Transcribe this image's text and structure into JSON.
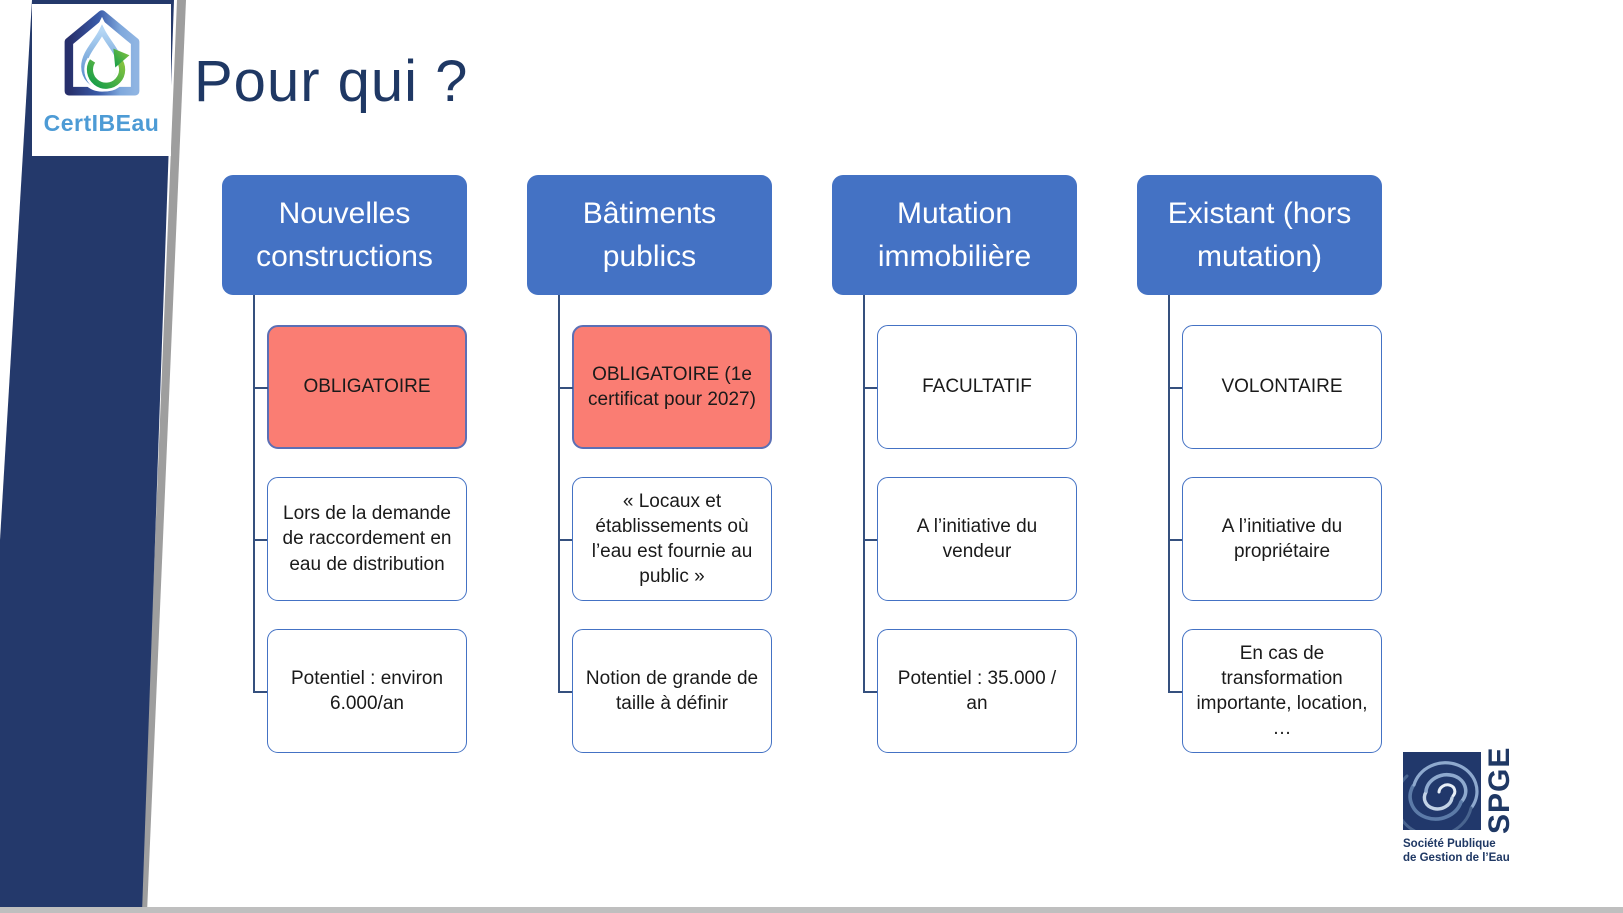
{
  "slide": {
    "title": "Pour qui ?",
    "brand": {
      "name": "CertIBEau"
    },
    "footer": {
      "acronym": "SPGE",
      "caption_line1": "Société Publique",
      "caption_line2": "de Gestion de l’Eau"
    }
  },
  "colors": {
    "accent-blue": "#4472C4",
    "highlight-red": "#FA7D73",
    "highlight-border": "#5B6FB5",
    "navy": "#1F3864",
    "navy-bar": "#24396B",
    "connector": "#35507E",
    "brand-blue": "#4D9BD5",
    "shadow-gray": "#9E9E9E"
  },
  "columns": [
    {
      "header": "Nouvelles\nconstructions",
      "items": [
        {
          "text": "OBLIGATOIRE",
          "highlight": true
        },
        {
          "text": "Lors de la demande de raccordement en eau de distribution",
          "highlight": false
        },
        {
          "text": "Potentiel : environ 6.000/an",
          "highlight": false
        }
      ]
    },
    {
      "header": "Bâtiments\npublics",
      "items": [
        {
          "text": "OBLIGATOIRE (1e certificat pour 2027)",
          "highlight": true
        },
        {
          "text": "« Locaux et établissements où l’eau est fournie au public »",
          "highlight": false
        },
        {
          "text": "Notion de grande de taille à définir",
          "highlight": false
        }
      ]
    },
    {
      "header": "Mutation\nimmobilière",
      "items": [
        {
          "text": "FACULTATIF",
          "highlight": false
        },
        {
          "text": "A l’initiative du vendeur",
          "highlight": false
        },
        {
          "text": "Potentiel : 35.000 / an",
          "highlight": false
        }
      ]
    },
    {
      "header": "Existant (hors\nmutation)",
      "items": [
        {
          "text": "VOLONTAIRE",
          "highlight": false
        },
        {
          "text": "A l’initiative du propriétaire",
          "highlight": false
        },
        {
          "text": "En cas de transformation importante, location, …",
          "highlight": false
        }
      ]
    }
  ]
}
